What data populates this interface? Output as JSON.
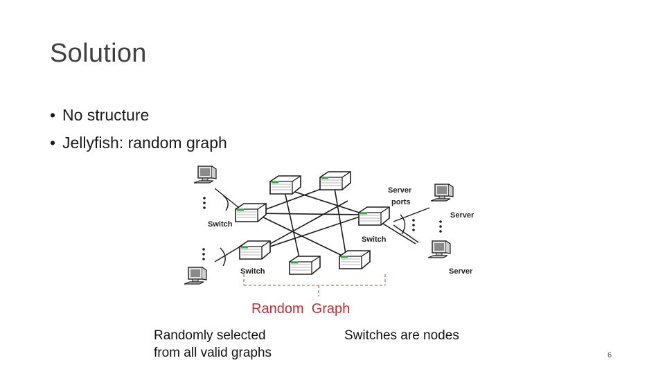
{
  "slide": {
    "title": "Solution",
    "bullets": [
      "No structure",
      "Jellyfish: random graph"
    ],
    "page_number": "6"
  },
  "diagram": {
    "labels": {
      "switch_left_top": "Switch",
      "switch_left_bottom": "Switch",
      "switch_right": "Switch",
      "server_ports_line1": "Server",
      "server_ports_line2": "ports",
      "server_top": "Server",
      "server_bottom": "Server",
      "random_graph": "Random  Graph"
    },
    "captions": {
      "left_line1": "Randomly selected",
      "left_line2": "from all valid graphs",
      "right": "Switches are nodes"
    },
    "colors": {
      "accent": "#b83232",
      "dashed": "#d98080",
      "switch_green": "#3aa84a"
    }
  }
}
